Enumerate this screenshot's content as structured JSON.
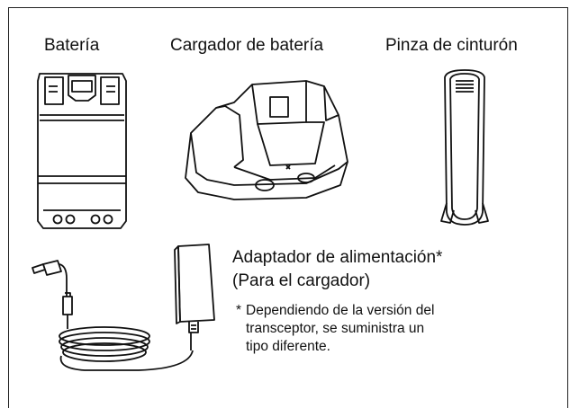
{
  "items": {
    "battery": {
      "label": "Batería"
    },
    "charger": {
      "label": "Cargador de batería"
    },
    "clip": {
      "label": "Pinza de cinturón"
    },
    "adapter": {
      "label": "Adaptador de alimentación*",
      "sublabel": "(Para el cargador)",
      "note_star": "*",
      "note_lines": [
        "Dependiendo de la versión del",
        "transceptor, se  suministra un",
        "tipo diferente."
      ]
    }
  }
}
